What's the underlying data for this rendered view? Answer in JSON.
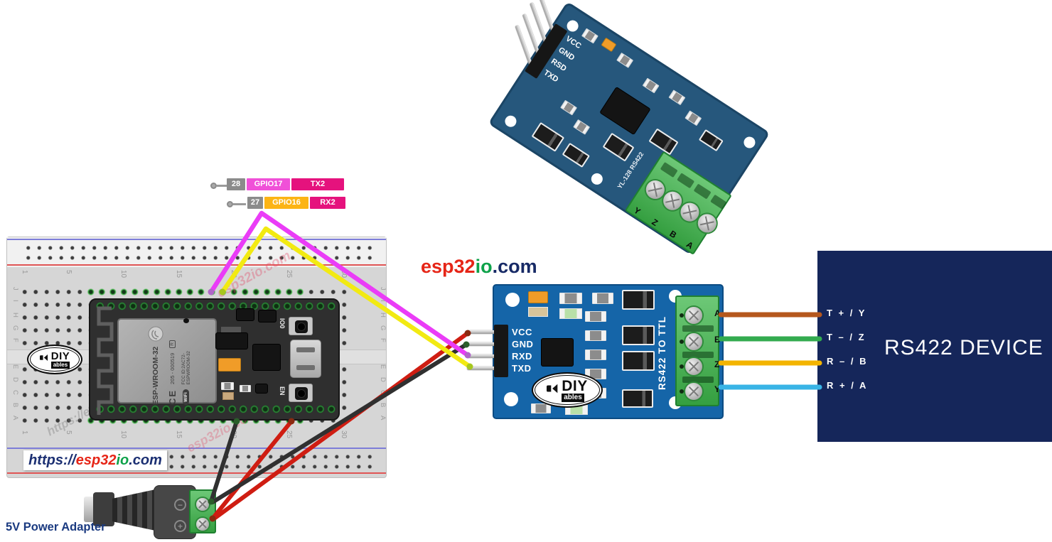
{
  "site": {
    "logo": {
      "esp32": "esp32",
      "io": "io",
      "dotcom": ".com"
    },
    "url": {
      "protocol": "https://",
      "esp32": "esp32",
      "io": "io",
      "dotcom": ".com"
    },
    "watermark_url": "https://esp32io.com",
    "watermark_site": "esp32io.com",
    "colors": {
      "red": "#e62517",
      "green": "#0ea24a",
      "navy": "#1b2f72"
    }
  },
  "callouts": {
    "tx": {
      "num": "28",
      "gpio": "GPIO17",
      "func": "TX2",
      "num_bg": "#8b8b8b",
      "gpio_bg": "#f050d8",
      "func_bg": "#e5127d"
    },
    "rx": {
      "num": "27",
      "gpio": "GPIO16",
      "func": "RX2",
      "num_bg": "#8b8b8b",
      "gpio_bg": "#fcb415",
      "func_bg": "#e5127d"
    }
  },
  "breadboard": {
    "column_numbers": [
      "1",
      "5",
      "10",
      "15",
      "20",
      "25",
      "30"
    ],
    "row_letters": [
      "J",
      "I",
      "H",
      "G",
      "F",
      "E",
      "D",
      "C",
      "B",
      "A"
    ]
  },
  "diyables_logo": {
    "diy": "DIY",
    "ables": "ables"
  },
  "esp32_board": {
    "shield_title": "ESP-WROOM-32",
    "cert_number": "205 - 000519",
    "reg_mark": "R",
    "ce_mark": "CE",
    "fcc_id": "FCC ID:2AC72-ESPWROOM-32",
    "wifi_badge": "WiFi",
    "boot_button_label": "IO0",
    "en_button_label": "EN"
  },
  "top_module": {
    "pins": [
      "VCC",
      "GND",
      "RSD",
      "TXD"
    ],
    "terminals": [
      "Y",
      "Z",
      "B",
      "A"
    ],
    "silkscreen": "YL-128 RS422"
  },
  "mid_module": {
    "pins": [
      "VCC",
      "GND",
      "RXD",
      "TXD"
    ],
    "terminals": [
      "A",
      "B",
      "Z",
      "Y"
    ],
    "silkscreen": "RS422 TO TTL"
  },
  "device": {
    "title": "RS422 DEVICE",
    "bg": "#15265a",
    "pins": [
      {
        "label": "T + / Y",
        "wire_color": "#b5571d"
      },
      {
        "label": "T – / Z",
        "wire_color": "#33ab4f"
      },
      {
        "label": "R – / B",
        "wire_color": "#f3b400"
      },
      {
        "label": "R + / A",
        "wire_color": "#39b4e6"
      }
    ]
  },
  "power_adapter": {
    "label": "5V Power Adapter",
    "minus": "−",
    "plus": "+"
  },
  "wires": {
    "esp_tx2_to_rxd": {
      "color": "#ea3cf7",
      "dot": "#b065c8"
    },
    "esp_rx2_to_txd": {
      "color": "#f2ea12",
      "dot": "#a6c71e"
    },
    "power_5v_esp": {
      "color": "#cf1d12",
      "dot": "#8a2a10"
    },
    "power_gnd_esp": {
      "color": "#303030",
      "dot": "#2a5e2a"
    },
    "power_5v_module": {
      "color": "#cf1d12",
      "dot": "#8a2a10"
    },
    "power_gnd_module": {
      "color": "#303030",
      "dot": "#2a5e2a"
    }
  }
}
